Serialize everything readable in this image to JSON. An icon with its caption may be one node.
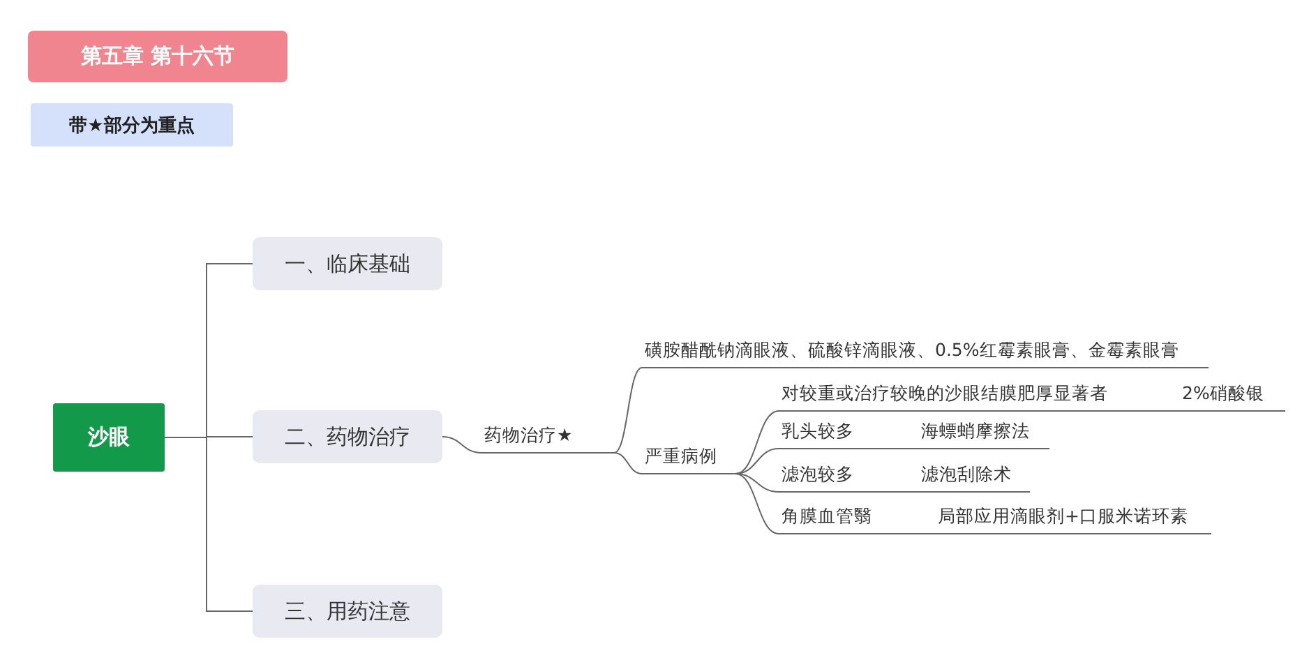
{
  "diagram": {
    "nodes": [
      {
        "text": [
          "第五章 第十六节"
        ]
      },
      {
        "text": [
          "带★部分为重点"
        ]
      },
      {
        "text": [
          "沙眼"
        ]
      },
      {
        "text": [
          "一、临床基础"
        ]
      },
      {
        "text": [
          "二、药物治疗"
        ]
      },
      {
        "text": [
          "三、用药注意"
        ]
      },
      {
        "text": [
          "药物治疗★"
        ]
      },
      {
        "text": [
          "磺胺醋酰钠滴眼液、硫酸锌滴眼液、0.5%红霉素眼膏、金霉素眼膏"
        ]
      },
      {
        "text": [
          "严重病例"
        ]
      },
      {
        "text": [
          "对较重或治疗较晚的沙眼结膜肥厚显著者"
        ]
      },
      {
        "text": [
          "2%硝酸银"
        ]
      },
      {
        "text": [
          "乳头较多"
        ]
      },
      {
        "text": [
          "海螵蛸摩擦法"
        ]
      },
      {
        "text": [
          "滤泡较多"
        ]
      },
      {
        "text": [
          "滤泡刮除术"
        ]
      },
      {
        "text": [
          "角膜血管翳"
        ]
      },
      {
        "text": [
          "局部应用滴眼剂+口服米诺环素"
        ]
      }
    ],
    "edges": [
      {
        "from": 2,
        "to": 3,
        "arrow": "none"
      },
      {
        "from": 2,
        "to": 4,
        "arrow": "none"
      },
      {
        "from": 2,
        "to": 5,
        "arrow": "none"
      },
      {
        "from": 4,
        "to": 6,
        "arrow": "none"
      },
      {
        "from": 6,
        "to": 7,
        "arrow": "none"
      },
      {
        "from": 6,
        "to": 8,
        "arrow": "none"
      },
      {
        "from": 8,
        "to": 9,
        "arrow": "none"
      },
      {
        "from": 9,
        "to": 10,
        "arrow": "none"
      },
      {
        "from": 8,
        "to": 11,
        "arrow": "none"
      },
      {
        "from": 11,
        "to": 12,
        "arrow": "none"
      },
      {
        "from": 8,
        "to": 13,
        "arrow": "none"
      },
      {
        "from": 13,
        "to": 14,
        "arrow": "none"
      },
      {
        "from": 8,
        "to": 15,
        "arrow": "none"
      },
      {
        "from": 15,
        "to": 16,
        "arrow": "none"
      }
    ]
  }
}
